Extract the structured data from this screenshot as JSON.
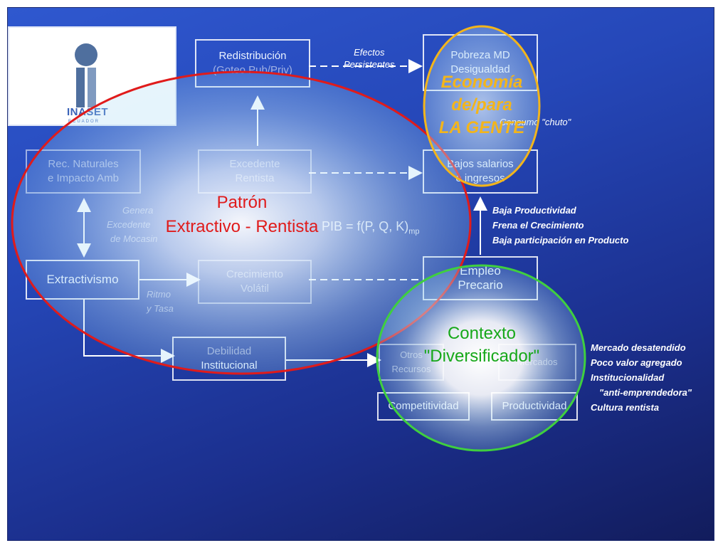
{
  "logo": {
    "name": "INASET",
    "subtitle": "ECUADOR"
  },
  "boxes": {
    "redistribucion": {
      "line1": "Redistribución",
      "line2": "(Goteo Pub/Priv)"
    },
    "pobreza": {
      "line1": "Pobreza MD",
      "line2": "Desigualdad"
    },
    "rec_naturales": {
      "line1": "Rec. Naturales",
      "line2": "e Impacto Amb"
    },
    "centro": {
      "line1": "Excedente",
      "line2": "Rentista"
    },
    "bajos_salarios": {
      "line1": "Bajos salarios",
      "line2": "e ingresos"
    },
    "extractivismo": {
      "line1": "Extractivismo"
    },
    "crecimiento": {
      "line1": "Crecimiento",
      "line2": "Volátil"
    },
    "empleo": {
      "line1": "Empleo",
      "line2": "Precario"
    },
    "debilidad": {
      "line1": "Debilidad",
      "line2": "Institucional"
    },
    "otros": {
      "line1": "Otros",
      "line2": "Recursos"
    },
    "mercados": {
      "line1": "Mercados"
    },
    "competitividad": {
      "line1": "Competitividad"
    },
    "productividad": {
      "line1": "Productividad"
    }
  },
  "notes": {
    "efectos": [
      "Efectos",
      "Persistentes"
    ],
    "consumo": "Consumo \"chuto\"",
    "genera": [
      "Genera",
      "Excedente",
      "de Mocasin"
    ],
    "ritmo": [
      "Ritmo",
      "y Tasa"
    ],
    "productividad": [
      "Baja Productividad",
      "Frena el Crecimiento",
      "Baja participación en Producto"
    ],
    "mercado": [
      "Mercado desatendido",
      "Poco valor agregado",
      "Institucionalidad",
      "\"anti-emprendedora\"",
      "Cultura rentista"
    ]
  },
  "formula": {
    "base": "PIB = f(P, Q, K)",
    "subscript": "mp"
  },
  "overlays": {
    "patron": [
      "Patrón",
      "Extractivo - Rentista"
    ],
    "contexto": [
      "Contexto",
      "\"Diversificador\""
    ],
    "economia": [
      "Economía",
      "de/para",
      "LA GENTE"
    ]
  },
  "colors": {
    "red": "#e01b1b",
    "green": "#17a81a",
    "gold": "#f3b51b",
    "background": "#2547b8"
  }
}
